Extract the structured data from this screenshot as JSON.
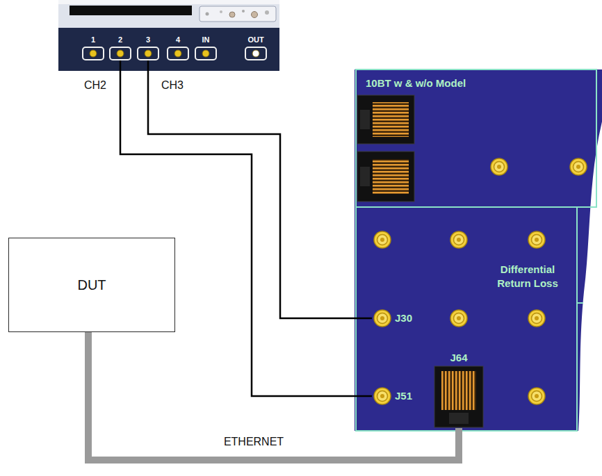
{
  "diagram": {
    "nodes": [
      {
        "text": [
          "1"
        ]
      },
      {
        "text": [
          "2"
        ]
      },
      {
        "text": [
          "3"
        ]
      },
      {
        "text": [
          "4"
        ]
      },
      {
        "text": [
          "IN"
        ]
      },
      {
        "text": [
          "OUT"
        ]
      },
      {
        "text": [
          "10BT w & w/o Model"
        ]
      },
      {
        "text": [
          "Differential Return Loss"
        ]
      },
      {
        "text": [
          "J30"
        ],
        "in": 7
      },
      {
        "text": [
          "J51"
        ],
        "in": 7
      },
      {
        "text": [
          "J64"
        ],
        "in": 7
      },
      {
        "text": [
          "DUT"
        ]
      }
    ],
    "edges": [
      {
        "from": 2,
        "to": 8,
        "arrow": "none"
      },
      {
        "from": 1,
        "to": 9,
        "arrow": "none"
      },
      {
        "from": 11,
        "to": 10,
        "arrow": "none",
        "label": "ETHERNET"
      }
    ],
    "labels": [
      "CH2",
      "CH3"
    ]
  }
}
